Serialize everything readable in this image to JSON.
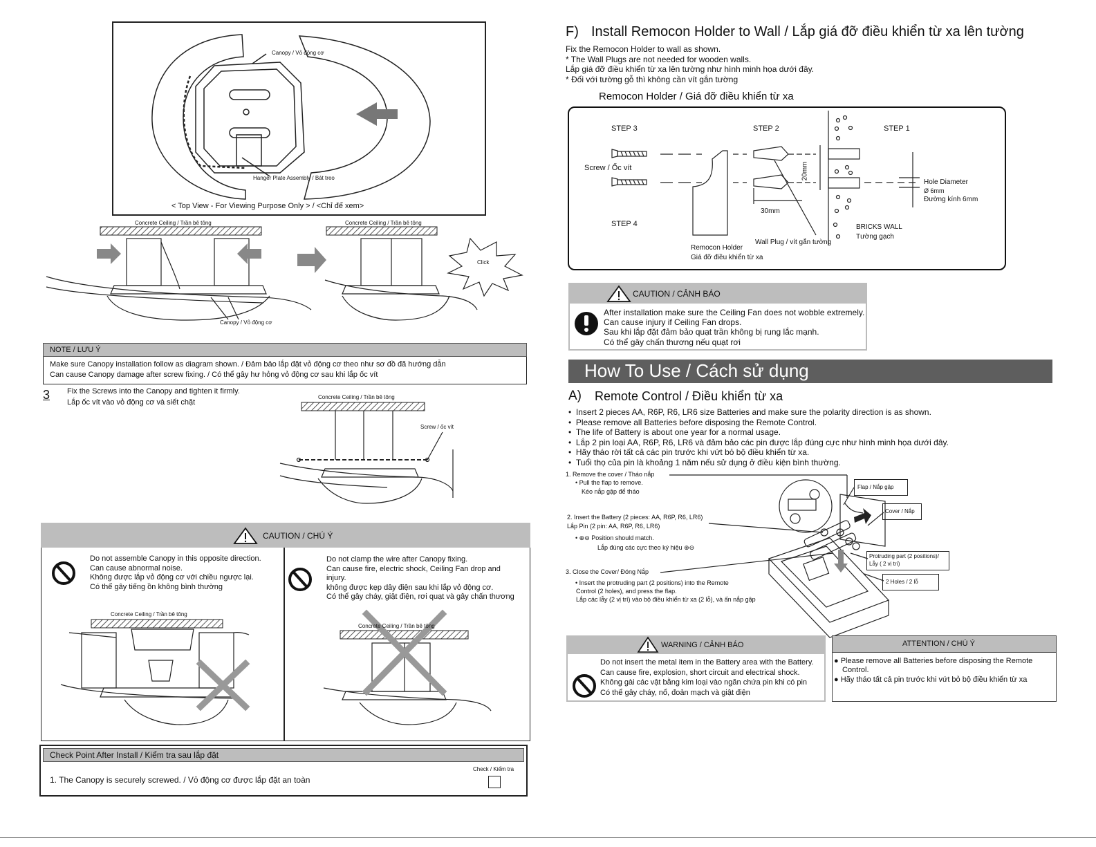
{
  "left": {
    "top_view": {
      "canopy_label": "Canopy / Vỏ động cơ",
      "hanger_label": "Hanger Plate Assembly / Bát treo",
      "caption": "< Top View - For Viewing Purpose Only > /  <Chỉ để xem>"
    },
    "side_views": {
      "ceiling_label_a": "Concrete Ceiling / Trần bê tông",
      "ceiling_label_b": "Concrete Ceiling / Trần bê tông",
      "canopy_label": "Canopy / Vỏ động cơ",
      "click_label": "Click"
    },
    "note": {
      "title": "NOTE / LƯU Ý",
      "line1": "Make sure Canopy installation follow as diagram shown. / Đảm bảo lắp đặt vỏ động cơ theo như sơ đồ đã hướng dẫn",
      "line2": "Can cause Canopy damage after screw fixing. / Có thể gây hư hỏng vỏ động cơ sau khi lắp ốc vít"
    },
    "step3": {
      "number": "3",
      "line1": "Fix the Screws into the Canopy and tighten it firmly.",
      "line2": "Lắp ốc vít vào vỏ động cơ và siết chặt",
      "ceiling_label": "Concrete Ceiling / Trần bê tông",
      "screw_label": "Screw / ốc vít"
    },
    "caution": {
      "title": "CAUTION / CHÚ Ý",
      "left": [
        "Do not assemble Canopy in this opposite direction.",
        "Can cause abnormal noise.",
        "Không được lắp vỏ động cơ với chiều ngược lại.",
        "Có thể gây  tiếng ồn không bình thường"
      ],
      "right": [
        "Do not clamp the wire after Canopy fixing.",
        "Can cause fire, electric shock, Ceiling Fan drop and",
        "injury.",
        "không được kẹp dây điện sau khi lắp vỏ động cơ.",
        "Có thể gây cháy, giật điện, rơi quạt và gây chấn thương"
      ],
      "ceiling_left": "Concrete Ceiling / Trần bê tông",
      "ceiling_right": "Concrete Ceiling / Trần bê tông"
    },
    "checkpoint": {
      "title": "Check Point After Install / Kiểm tra sau lắp đặt",
      "check_label": "Check /  Kiểm tra",
      "item1": "1. The Canopy is securely screwed. / Vỏ động cơ được lắp đặt an toàn"
    }
  },
  "right": {
    "sectionF": {
      "letter": "F)",
      "title": "Install Remocon Holder to Wall / Lắp giá đỡ điều khiển từ xa lên tường",
      "lines": [
        "Fix the Remocon Holder to wall as shown.",
        "*  The Wall Plugs are not needed for wooden walls.",
        "Lắp giá đỡ điều khiển từ xa lên tường như hình minh họa dưới đây.",
        "* Đối với tường gỗ thì không cần vít gắn tường"
      ],
      "subtitle": "Remocon Holder / Giá đỡ điều khiển từ xa",
      "diagram": {
        "step3": "STEP 3",
        "step2": "STEP 2",
        "step1": "STEP 1",
        "step4": "STEP 4",
        "screw": "Screw / Ốc vít",
        "dim_20": "20mm",
        "dim_30": "30mm",
        "hole_diameter": "Hole Diameter",
        "hole_6": "Ø 6mm",
        "hole_vn": "Đường kính 6mm",
        "bricks": "BRICKS WALL",
        "bricks_vn": "Tường gạch",
        "wall_plug": "Wall Plug / vít gắn tường",
        "holder": "Remocon Holder",
        "holder_vn": "Giá đỡ điều khiển từ xa"
      }
    },
    "caution": {
      "title": "CAUTION / CẢNH BÁO",
      "lines": [
        "After installation make sure the Ceiling Fan does not wobble extremely.",
        "Can cause injury if Ceiling Fan drops.",
        "Sau khi lắp đặt đảm bảo quạt trần không bị rung lắc mạnh.",
        "Có thể gây chấn thương nếu quạt rơi"
      ]
    },
    "how_to_use": "How To Use / Cách sử dụng",
    "sectionA": {
      "letter": "A)",
      "title": "Remote Control / Điều khiển từ xa",
      "bullets": [
        "Insert 2 pieces AA, R6P, R6, LR6 size Batteries and make sure the polarity direction is as shown.",
        "Please remove all Batteries before disposing the Remote Control.",
        "The life of Battery is about one year for a normal usage.",
        "Lắp 2 pin loại AA, R6P, R6, LR6 và đảm bảo các pin được lắp đúng cực như hình minh họa dưới đây.",
        "Hãy tháo rời tất cả các pin trước khi vứt bỏ bộ điều khiển từ xa.",
        "Tuổi thọ của pin là khoảng 1 năm nếu sử dụng ở điều kiện bình thường."
      ],
      "diagram": {
        "s1": "1. Remove the cover / Tháo nắp",
        "s1a": "Pull the flap to remove.",
        "s1b": "Kéo nắp gập để tháo",
        "s2": "2. Insert the Battery (2 pieces: AA, R6P, R6, LR6)",
        "s2b": "Lắp Pin (2 pin: AA, R6P, R6, LR6)",
        "s2c": "⊕⊖ Position should match.",
        "s2d": "Lắp đúng các cực theo ký hiệu ⊕⊖",
        "s3": "3. Close the Cover/ Đóng Nắp",
        "s3a": "Insert the protruding part (2 positions) into the Remote",
        "s3b": "Control (2 holes), and press the flap.",
        "s3c": "Lắp các lẫy (2 vị trí) vào bộ điều khiển từ xa (2 lỗ), và ấn nắp gập",
        "flap": "Flap / Nắp gập",
        "cover": "Cover / Nắp",
        "protruding": "Protruding part (2 positions)/",
        "protruding_vn": "Lẫy ( 2 vị trí)",
        "holes": "2 Holes / 2 lỗ"
      }
    },
    "warning": {
      "title": "WARNING / CẢNH BÁO",
      "lines": [
        "Do not insert the metal item in the Battery area with the Battery.",
        "Can cause fire, explosion, short circuit and electrical shock.",
        "Không gài các vật bằng kim loại vào ngăn chứa pin khi có pin",
        "Có thể gây cháy, nổ, đoản mạch và giật điện"
      ]
    },
    "attention": {
      "title": "ATTENTION / CHÚ Ý",
      "b1a": "Please remove all Batteries before disposing the Remote",
      "b1b": "Control.",
      "b2": "Hãy tháo tất cả pin trước khi vứt bỏ bộ điều khiển từ xa"
    }
  }
}
